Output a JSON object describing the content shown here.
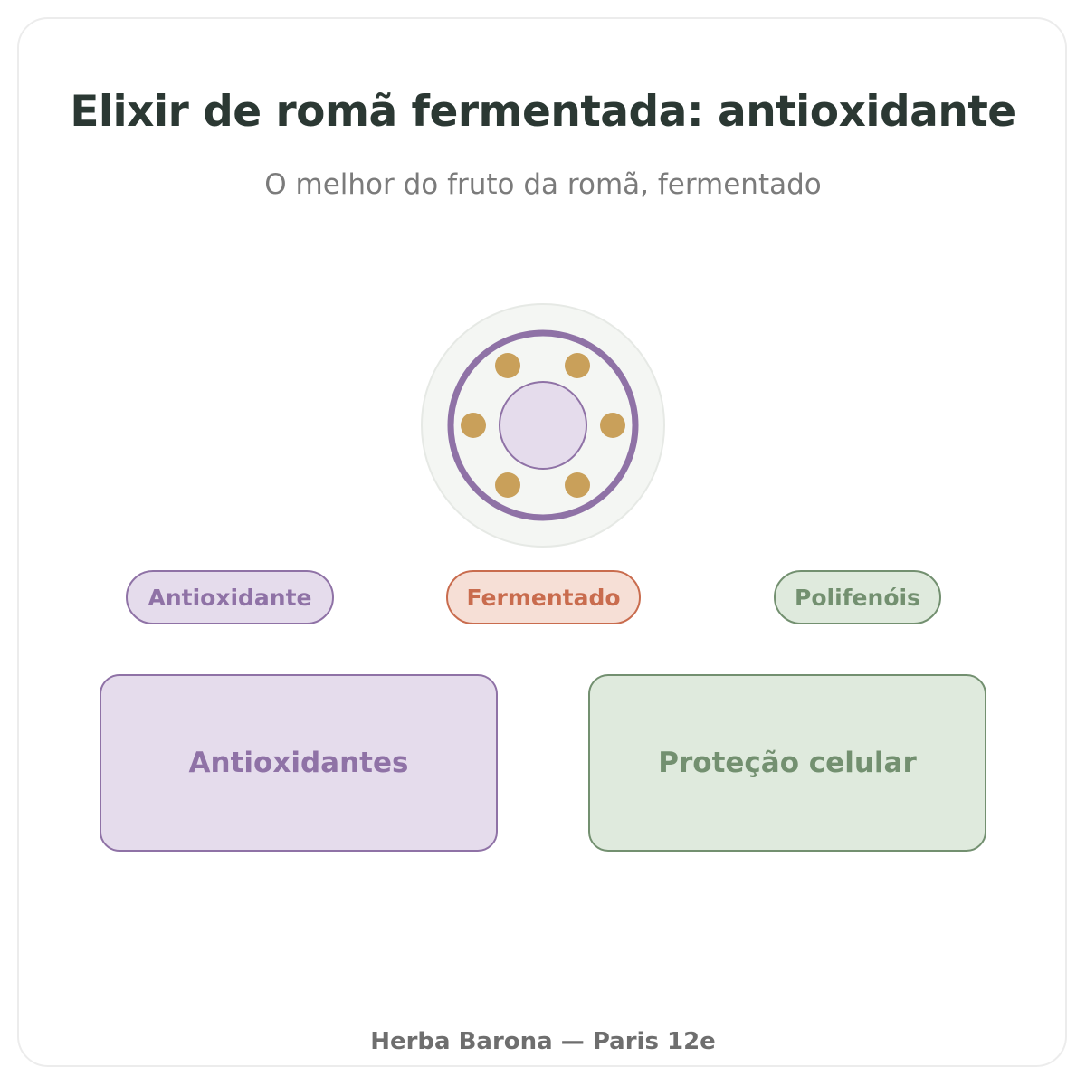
{
  "header": {
    "title": "Elixir de romã fermentada: antioxidante",
    "subtitle": "O melhor do fruto da romã, fermentado"
  },
  "tags": [
    {
      "label": "Antioxidante",
      "color": "#8f72a6",
      "fill": "#e5dcec"
    },
    {
      "label": "Fermentado",
      "color": "#c96c4e",
      "fill": "#f6dfd6"
    },
    {
      "label": "Polifenóis",
      "color": "#739070",
      "fill": "#dfeadd"
    }
  ],
  "cards": [
    {
      "label": "Antioxidantes",
      "color": "#8f72a6",
      "fill": "#e5dcec"
    },
    {
      "label": "Proteção celular",
      "color": "#739070",
      "fill": "#dfeadd"
    }
  ],
  "emblem": {
    "icon": "pomegranate-icon",
    "ring_color": "#8f72a6",
    "seed_color": "#c9a05a",
    "core_fill": "#e5dcec",
    "halo_fill": "#f4f6f3"
  },
  "footer": {
    "text": "Herba Barona — Paris 12e"
  }
}
